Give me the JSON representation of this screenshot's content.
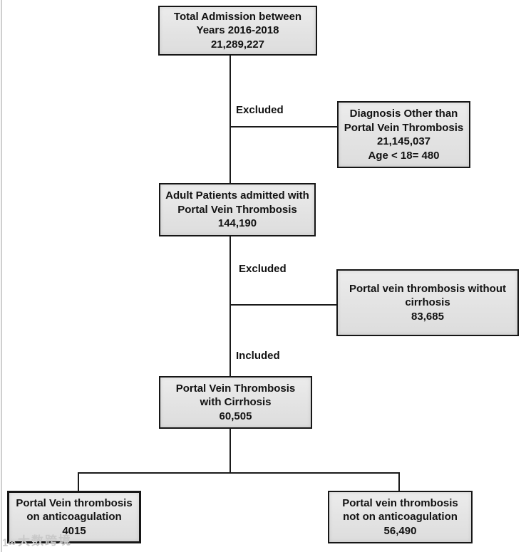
{
  "colors": {
    "background": "#ffffff",
    "box_fill": "#e4e4e4",
    "box_border": "#161616",
    "connector_line": "#1a1a1a",
    "text": "#121212",
    "watermark": "#c9c9c9"
  },
  "labels": {
    "excluded_top": "Excluded",
    "excluded_mid": "Excluded",
    "included": "Included"
  },
  "boxes": {
    "total_admission": {
      "line1": "Total Admission between",
      "line2": "Years 2016-2018",
      "line3": "21,289,227"
    },
    "excluded_diagnosis": {
      "line1": "Diagnosis Other than",
      "line2": "Portal Vein Thrombosis",
      "line3": "21,145,037",
      "line4": "Age < 18= 480"
    },
    "adult_pvt": {
      "line1": "Adult Patients admitted with",
      "line2": "Portal Vein Thrombosis",
      "line3": "144,190"
    },
    "excluded_without_cirrhosis": {
      "line1": "Portal vein thrombosis without",
      "line2": "cirrhosis",
      "line3": "83,685"
    },
    "pvt_with_cirrhosis": {
      "line1": "Portal Vein Thrombosis",
      "line2": "with Cirrhosis",
      "line3": "60,505"
    },
    "on_anticoagulation": {
      "line1": "Portal Vein thrombosis",
      "line2": "on anticoagulation",
      "line3": "4015"
    },
    "not_on_anticoagulation": {
      "line1": "Portal vein thrombosis",
      "line2": "not on anticoagulation",
      "line3": "56,490"
    }
  },
  "watermark": {
    "logo": "1∞",
    "text": "大数跨境"
  }
}
